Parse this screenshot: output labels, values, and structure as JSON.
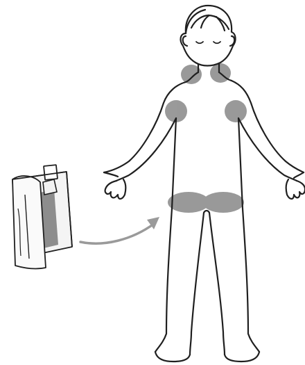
{
  "figure": {
    "elements": [
      {
        "kind": "wrapped-bottle",
        "icon": "wrapped-ice-bottle-icon"
      },
      {
        "kind": "arrow",
        "icon": "curved-arrow-icon"
      },
      {
        "kind": "body-outline",
        "icon": "child-body-outline-icon"
      },
      {
        "kind": "cooling-spots",
        "count": 6,
        "regions": [
          "neck-left",
          "neck-right",
          "armpit-left",
          "armpit-right",
          "groin-left",
          "groin-right"
        ]
      }
    ],
    "colors": {
      "line": "#1f1f1f",
      "spot": "#8f8f8f",
      "bottle_fill": "#7a7a7a",
      "cloth": "#f2f2f2",
      "arrow": "#9a9a9a",
      "background": "#ffffff"
    }
  }
}
